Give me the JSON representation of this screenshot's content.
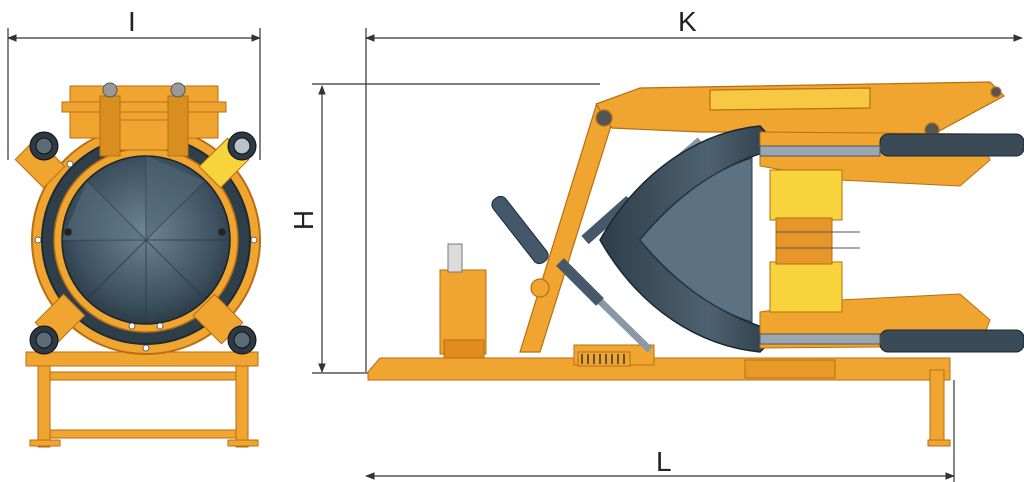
{
  "colors": {
    "orange": "#f0a531",
    "orange_dark": "#c9781a",
    "steel": "#3b4c58",
    "steel_light": "#6b7f8c",
    "yellow": "#f7d33c",
    "dim_line": "#333333"
  },
  "dimensions": {
    "front_width": "I",
    "overall_length": "K",
    "height": "H",
    "base_length": "L"
  },
  "views": {
    "front": {
      "icon": "front-view-machine"
    },
    "side": {
      "icon": "side-view-machine"
    }
  }
}
